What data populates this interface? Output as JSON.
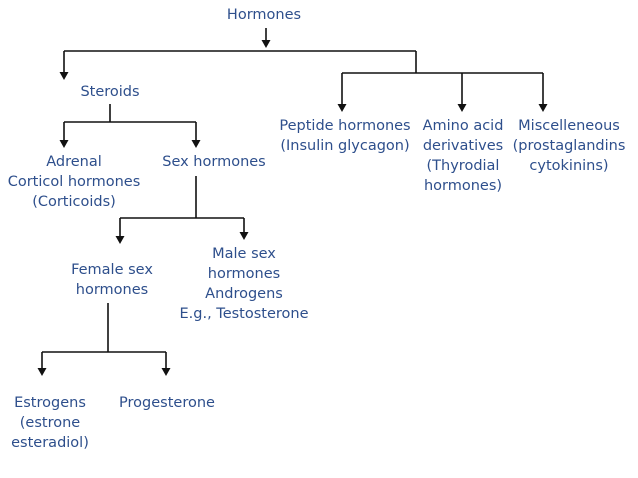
{
  "diagram": {
    "nodes": [
      {
        "id": "hormones",
        "lines": [
          "Hormones"
        ]
      },
      {
        "id": "steroids",
        "lines": [
          "Steroids"
        ]
      },
      {
        "id": "peptide",
        "lines": [
          "Peptide hormones",
          "(Insulin glycagon)"
        ]
      },
      {
        "id": "amino",
        "lines": [
          "Amino acid",
          "derivatives",
          "(Thyrodial",
          "hormones)"
        ]
      },
      {
        "id": "misc",
        "lines": [
          "Miscelleneous",
          "(prostaglandins",
          "cytokinins)"
        ]
      },
      {
        "id": "adrenal",
        "lines": [
          "Adrenal",
          "Corticol hormones",
          "(Corticoids)"
        ]
      },
      {
        "id": "sex",
        "lines": [
          "Sex hormones"
        ]
      },
      {
        "id": "female",
        "lines": [
          "Female sex",
          "hormones"
        ]
      },
      {
        "id": "male",
        "lines": [
          "Male sex",
          "hormones",
          "Androgens",
          "E.g., Testosterone"
        ]
      },
      {
        "id": "estrogens",
        "lines": [
          "Estrogens",
          "(estrone",
          "esteradiol)"
        ]
      },
      {
        "id": "progesterone",
        "lines": [
          "Progesterone"
        ]
      }
    ],
    "edges": [
      {
        "from": "hormones",
        "to": "steroids"
      },
      {
        "from": "hormones",
        "to": "peptide"
      },
      {
        "from": "hormones",
        "to": "amino"
      },
      {
        "from": "hormones",
        "to": "misc"
      },
      {
        "from": "steroids",
        "to": "adrenal"
      },
      {
        "from": "steroids",
        "to": "sex"
      },
      {
        "from": "sex",
        "to": "female"
      },
      {
        "from": "sex",
        "to": "male"
      },
      {
        "from": "female",
        "to": "estrogens"
      },
      {
        "from": "female",
        "to": "progesterone"
      }
    ],
    "colors": {
      "text": "#2e4f8c",
      "connector": "#111111",
      "background": "#ffffff"
    }
  }
}
